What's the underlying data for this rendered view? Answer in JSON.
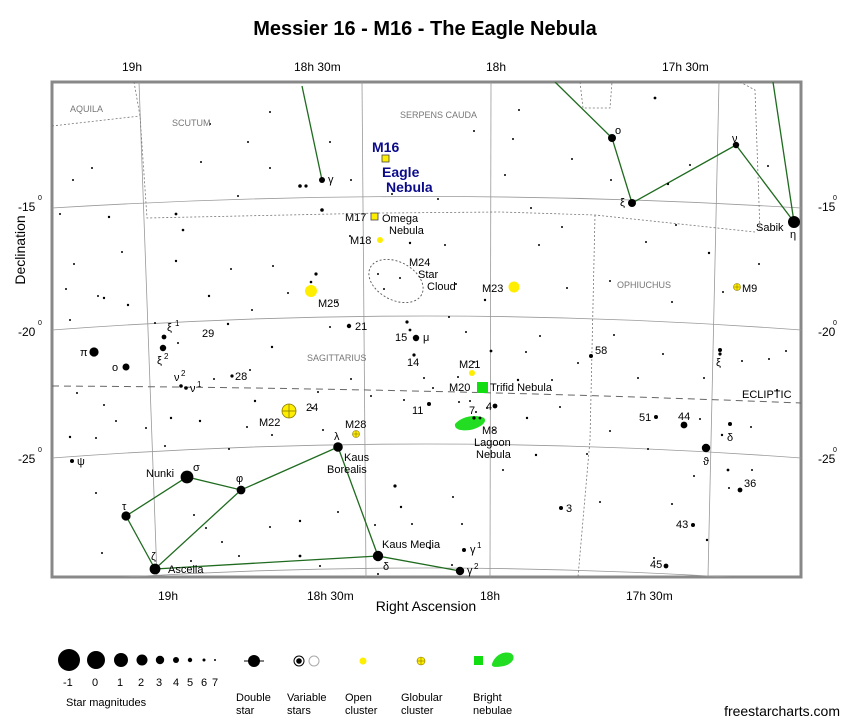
{
  "title": "Messier 16 - M16 - The Eagle Nebula",
  "credit": "freestarcharts.com",
  "axes": {
    "xlabel": "Right Ascension",
    "ylabel": "Declination",
    "ra_ticks": [
      "19h",
      "18h 30m",
      "18h",
      "17h 30m"
    ],
    "dec_ticks": [
      "-15",
      "-20",
      "-25"
    ],
    "degree_mark": "0"
  },
  "constellations": [
    "AQUILA",
    "SCUTUM",
    "SERPENS CAUDA",
    "OPHIUCHUS",
    "SAGITTARIUS"
  ],
  "ecliptic_label": "ECLIPTIC",
  "target": {
    "id": "M16",
    "name_line1": "Eagle",
    "name_line2": "Nebula",
    "color": "#0a0a8a"
  },
  "objects": {
    "m17": "M17",
    "m17_n1": "Omega",
    "m17_n2": "Nebula",
    "m18": "M18",
    "m24": "M24",
    "m24_n1": "Star",
    "m24_n2": "Cloud",
    "m23": "M23",
    "m25": "M25",
    "m9": "M9",
    "m21": "M21",
    "m20": "M20",
    "m20_n": "Trifid Nebula",
    "m8": "M8",
    "m8_n1": "Lagoon",
    "m8_n2": "Nebula",
    "m22": "M22",
    "m28": "M28"
  },
  "star_labels": {
    "gamma_sct": "γ",
    "omicron_oph": "ο",
    "nu_oph": "ν",
    "xi_ser": "ξ",
    "sabik": "Sabik",
    "eta": "η",
    "xi1": "ξ",
    "xi1_sup": "1",
    "xi2": "ξ",
    "xi2_sup": "2",
    "pi": "π",
    "o_sgr": "ο",
    "nu2": "ν",
    "nu2_sup": "2",
    "nu1": "ν",
    "nu1_sup": "1",
    "n29": "29",
    "n28": "28",
    "n21": "21",
    "n15": "15",
    "mu": "μ",
    "n14": "14",
    "n58": "58",
    "xi_oph": "ξ",
    "n11": "11",
    "n4": "4",
    "n7": "7",
    "n24": "24",
    "lambda": "λ",
    "kaus_bor1": "Kaus",
    "kaus_bor2": "Borealis",
    "n51": "51",
    "n44": "44",
    "delta_oph": "δ",
    "theta": "ϑ",
    "psi": "ψ",
    "nunki": "Nunki",
    "sigma": "σ",
    "phi": "φ",
    "n36": "36",
    "n3": "3",
    "tau": "τ",
    "n43": "43",
    "zeta": "ζ",
    "ascella": "Ascella",
    "kaus_media": "Kaus Media",
    "delta": "δ",
    "gamma1": "γ",
    "gamma1_sup": "1",
    "gamma2": "γ",
    "gamma2_sup": "2",
    "n45": "45"
  },
  "legend": {
    "magnitudes_title": "Star magnitudes",
    "magnitudes": [
      "-1",
      "0",
      "1",
      "2",
      "3",
      "4",
      "5",
      "6",
      "7"
    ],
    "double_star_1": "Double",
    "double_star_2": "star",
    "variable_1": "Variable",
    "variable_2": "stars",
    "open_1": "Open",
    "open_2": "cluster",
    "globular_1": "Globular",
    "globular_2": "cluster",
    "bright_1": "Bright",
    "bright_2": "nebulae"
  },
  "colors": {
    "constellation_line": "#1f6b1f",
    "cluster_yellow": "#ffee00",
    "nebula_green": "#22dd22",
    "frame": "#888888"
  }
}
